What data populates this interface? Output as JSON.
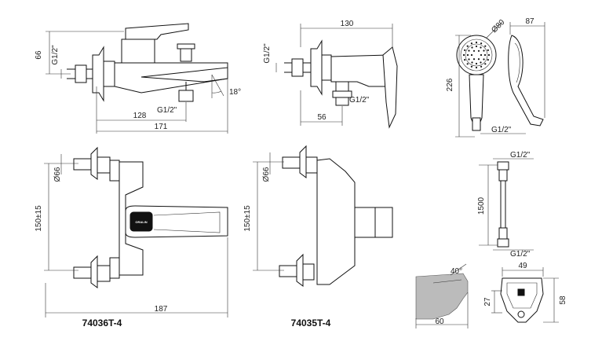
{
  "drawings": {
    "bath_side": {
      "height": "66",
      "thread": "G1/2\"",
      "spout_angle": "18°",
      "spout_thread": "G1/2\"",
      "reach_inner": "128",
      "reach_total": "171"
    },
    "shower_side": {
      "width": "130",
      "thread": "G1/2\"",
      "outlet_thread": "G1/2\"",
      "depth": "56"
    },
    "hand_shower": {
      "diameter": "Ø80",
      "depth": "87",
      "length": "226",
      "thread": "G1/2\""
    },
    "bath_front": {
      "flange_dia": "Ø66",
      "centers": "150±15",
      "width": "187",
      "model": "74036T-4"
    },
    "shower_front": {
      "flange_dia": "Ø66",
      "centers": "150±15",
      "model": "74035T-4"
    },
    "hose": {
      "top_thread": "G1/2\"",
      "length": "1500",
      "bottom_thread": "G1/2\""
    },
    "spout_detail": {
      "angle": "40°",
      "length": "60",
      "width": "49",
      "offset": "27",
      "height": "58"
    }
  },
  "logo_text": "ORALIN"
}
